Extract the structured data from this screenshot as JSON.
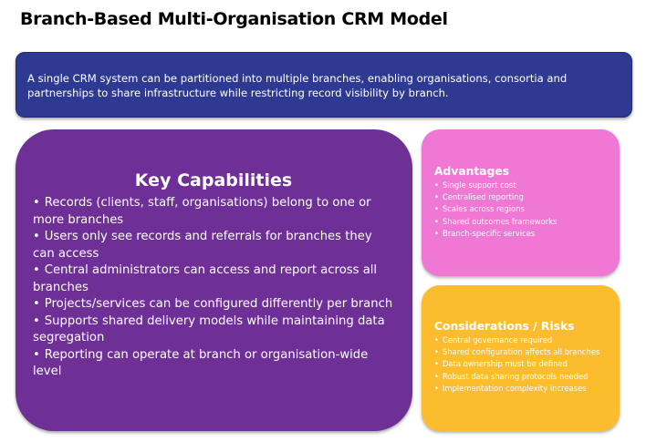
{
  "title": "Branch-Based Multi-Organisation CRM Model",
  "intro": {
    "text": "A single CRM system can be partitioned into multiple branches, enabling organisations, consortia and partnerships to share infrastructure while restricting record visibility by branch."
  },
  "key_capabilities": {
    "heading": "Key Capabilities",
    "items": [
      "Records (clients, staff, organisations) belong to one or more branches",
      "Users only see records and referrals for branches they can access",
      "Central administrators can access and report across all branches",
      "Projects/services can be configured differently per branch",
      "Supports shared delivery models while maintaining data segregation",
      "Reporting can operate at branch or organisation-wide level"
    ]
  },
  "advantages": {
    "heading": "Advantages",
    "items": [
      "Single support cost",
      "Centralised reporting",
      "Scales across regions",
      "Shared outcomes frameworks",
      "Branch-specific services"
    ]
  },
  "considerations": {
    "heading": "Considerations / Risks",
    "items": [
      "Central governance required",
      "Shared configuration affects all branches",
      "Data ownership must be defined",
      "Robust data sharing protocols needed",
      "Implementation complexity increases"
    ]
  },
  "colors": {
    "intro_box": "#2e3a91",
    "key_box": "#6e2f97",
    "advantages_box": "#ee78d4",
    "considerations_box": "#fbbd2e"
  }
}
